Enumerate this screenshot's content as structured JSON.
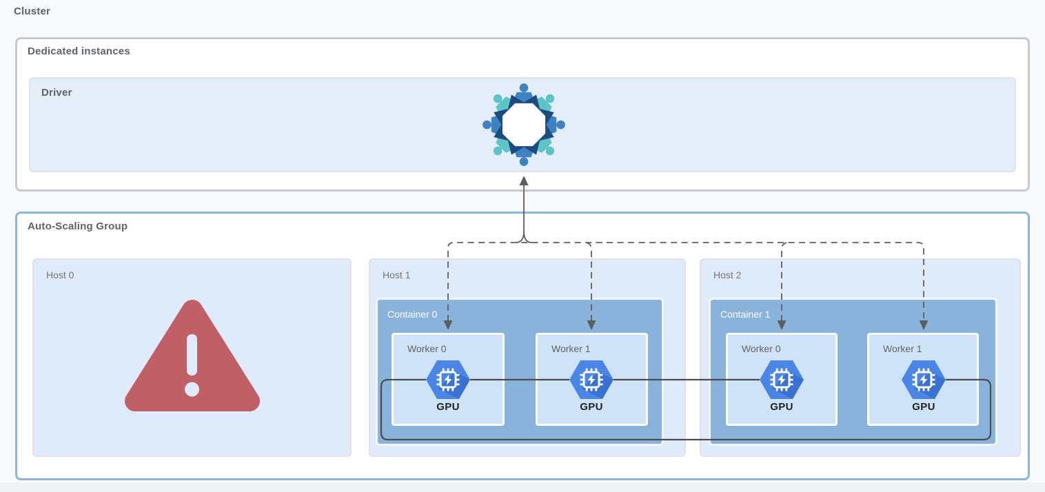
{
  "cluster": {
    "label": "Cluster"
  },
  "dedicated": {
    "label": "Dedicated instances",
    "driver": {
      "label": "Driver",
      "icon": "horovod-logo-icon"
    }
  },
  "asg": {
    "label": "Auto-Scaling Group",
    "hosts": [
      {
        "label": "Host 0",
        "status": "failed",
        "icon": "warning-triangle-icon"
      },
      {
        "label": "Host 1",
        "container": {
          "label": "Container 0",
          "workers": [
            {
              "label": "Worker 0",
              "device": "GPU",
              "icon": "gpu-chip-icon"
            },
            {
              "label": "Worker 1",
              "device": "GPU",
              "icon": "gpu-chip-icon"
            }
          ]
        }
      },
      {
        "label": "Host 2",
        "container": {
          "label": "Container 1",
          "workers": [
            {
              "label": "Worker 0",
              "device": "GPU",
              "icon": "gpu-chip-icon"
            },
            {
              "label": "Worker 1",
              "device": "GPU",
              "icon": "gpu-chip-icon"
            }
          ]
        }
      }
    ]
  },
  "connections": {
    "driver_to_workers": "dashed-arrows",
    "gpu_ring": "solid-ring-allreduce"
  },
  "colors": {
    "page_bg": "#f8f9fa",
    "asg_border": "#8cb4dd",
    "host_fill": "#dfeafa",
    "container_fill": "#8ab3dc",
    "worker_fill": "#cfe3f7",
    "driver_fill": "#e4eefa",
    "warning_red": "#c05f66",
    "gpu_blue": "#4285f4",
    "logo_blue": "#3f82c1",
    "logo_teal": "#5cc3c6",
    "logo_navy": "#1b4b80",
    "line_gray": "#5d5d5d"
  }
}
